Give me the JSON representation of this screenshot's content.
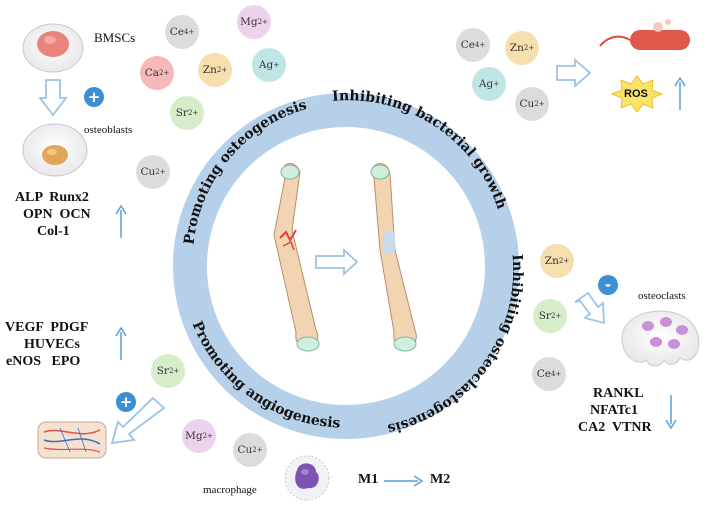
{
  "ring": {
    "top_left": "Promoting osteogenesis",
    "top_right": "Inhibiting bacterial growth",
    "bottom_right": "Inhibiting osteoclastogenesis",
    "bottom_left": "Promoting angiogenesis"
  },
  "labels": {
    "bmscs": "BMSCs",
    "osteoblasts": "osteoblasts",
    "osteoclasts": "osteoclasts",
    "macrophage": "macrophage",
    "ros": "ROS",
    "m1": "M1",
    "m2": "M2"
  },
  "markers": {
    "osteogenesis": [
      "ALP  Runx2",
      "OPN  OCN",
      "Col-1"
    ],
    "angiogenesis": [
      "VEGF  PDGF",
      "HUVECs",
      "eNOS   EPO"
    ],
    "osteoclast": [
      "RANKL",
      "NFATc1",
      "CA2  VTNR"
    ]
  },
  "signs": {
    "plus": "+",
    "minus": "-"
  },
  "ions": [
    {
      "id": "ce-top",
      "el": "Ce",
      "charge": "4+",
      "color": "#dcdcdc"
    },
    {
      "id": "mg-top",
      "el": "Mg",
      "charge": "2+",
      "color": "#ecd2ec"
    },
    {
      "id": "ca-top",
      "el": "Ca",
      "charge": "2+",
      "color": "#f6b9b9"
    },
    {
      "id": "zn-top",
      "el": "Zn",
      "charge": "2+",
      "color": "#f6dfae"
    },
    {
      "id": "ag-top",
      "el": "Ag",
      "charge": "+",
      "color": "#bfe6e4"
    },
    {
      "id": "sr-top",
      "el": "Sr",
      "charge": "2+",
      "color": "#d7ecc8"
    },
    {
      "id": "cu-left",
      "el": "Cu",
      "charge": "2+",
      "color": "#dcdcdc"
    },
    {
      "id": "ce-bact",
      "el": "Ce",
      "charge": "4+",
      "color": "#dcdcdc"
    },
    {
      "id": "zn-bact",
      "el": "Zn",
      "charge": "2+",
      "color": "#f6dfae"
    },
    {
      "id": "ag-bact",
      "el": "Ag",
      "charge": "+",
      "color": "#bfe6e4"
    },
    {
      "id": "cu-bact",
      "el": "Cu",
      "charge": "2+",
      "color": "#dcdcdc"
    },
    {
      "id": "zn-oc",
      "el": "Zn",
      "charge": "2+",
      "color": "#f6dfae"
    },
    {
      "id": "sr-oc",
      "el": "Sr",
      "charge": "2+",
      "color": "#d7ecc8"
    },
    {
      "id": "ce-oc",
      "el": "Ce",
      "charge": "4+",
      "color": "#dcdcdc"
    },
    {
      "id": "sr-ang",
      "el": "Sr",
      "charge": "2+",
      "color": "#d7ecc8"
    },
    {
      "id": "mg-ang",
      "el": "Mg",
      "charge": "2+",
      "color": "#ecd2ec"
    },
    {
      "id": "cu-ang",
      "el": "Cu",
      "charge": "2+",
      "color": "#dcdcdc"
    }
  ],
  "colors": {
    "ring": "#b6d0ea",
    "arrow": "#5b9fd6",
    "hollow_arrow": "#9cc3e6",
    "bone": "#f2d4b2",
    "bone_end": "#cfeedd",
    "sign": "#3d8fd4"
  }
}
